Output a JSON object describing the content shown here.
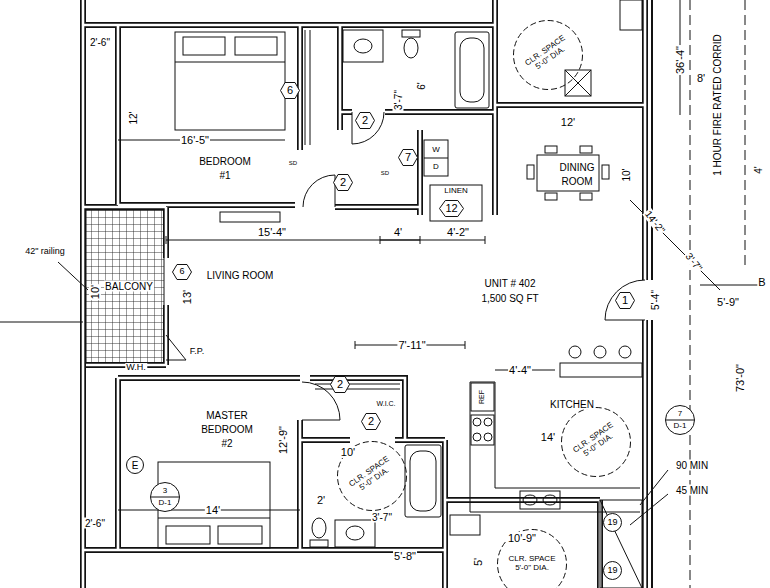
{
  "diagram": {
    "nodes": [
      {
        "text": [
          "6"
        ]
      },
      {
        "text": [
          "2"
        ]
      },
      {
        "text": [
          "7"
        ]
      },
      {
        "text": [
          "2"
        ]
      },
      {
        "text": [
          "12"
        ]
      },
      {
        "text": [
          "6"
        ]
      },
      {
        "text": [
          "1"
        ]
      },
      {
        "text": [
          "2"
        ]
      },
      {
        "text": [
          "2"
        ]
      },
      {
        "text": [
          "E"
        ]
      },
      {
        "text": [
          "3",
          "D-1"
        ]
      },
      {
        "text": [
          "7",
          "D-1"
        ]
      },
      {
        "text": [
          "19"
        ]
      },
      {
        "text": [
          "19"
        ]
      },
      {
        "text": [
          "CLR. SPACE 5'-0\" DIA."
        ]
      },
      {
        "text": [
          "CLR. SPACE 5'-0\" DIA."
        ]
      },
      {
        "text": [
          "CLR. SPACE 5'-0\" DIA."
        ]
      },
      {
        "text": [
          "CLR. SPACE 5'-0\" DIA."
        ]
      }
    ],
    "labels": [
      "2'-6\"",
      "12'",
      "16'-5\"",
      "BEDROOM",
      "#1",
      "SD",
      "SD",
      "3'-7\"",
      "6'",
      "W",
      "D",
      "LINEN",
      "15'-4\"",
      "4'",
      "4'-2\"",
      "12'",
      "DINING",
      "ROOM",
      "10'",
      "36'-4\"",
      "8'",
      "1 HOUR FIRE RATED CORRID",
      "4'",
      "14'-2\"",
      "3'-7\"",
      "5'-4\"",
      "5'-9\"",
      "B",
      "73'-0\"",
      "UNIT # 402",
      "1,500 SQ FT",
      "42\" railing",
      "BALCONY",
      "10'",
      "13'",
      "LIVING ROOM",
      "F.P.",
      "W.H.",
      "7'-11\"",
      "4'-4\"",
      "W.I.C.",
      "REF",
      "MASTER",
      "BEDROOM",
      "#2",
      "KITCHEN",
      "14'",
      "12'-9\"",
      "10'",
      "2'",
      "3'-7\"",
      "14'",
      "2'-6\"",
      "90 MIN",
      "45 MIN",
      "10'-9\"",
      "5'-8\"",
      "5'"
    ]
  }
}
